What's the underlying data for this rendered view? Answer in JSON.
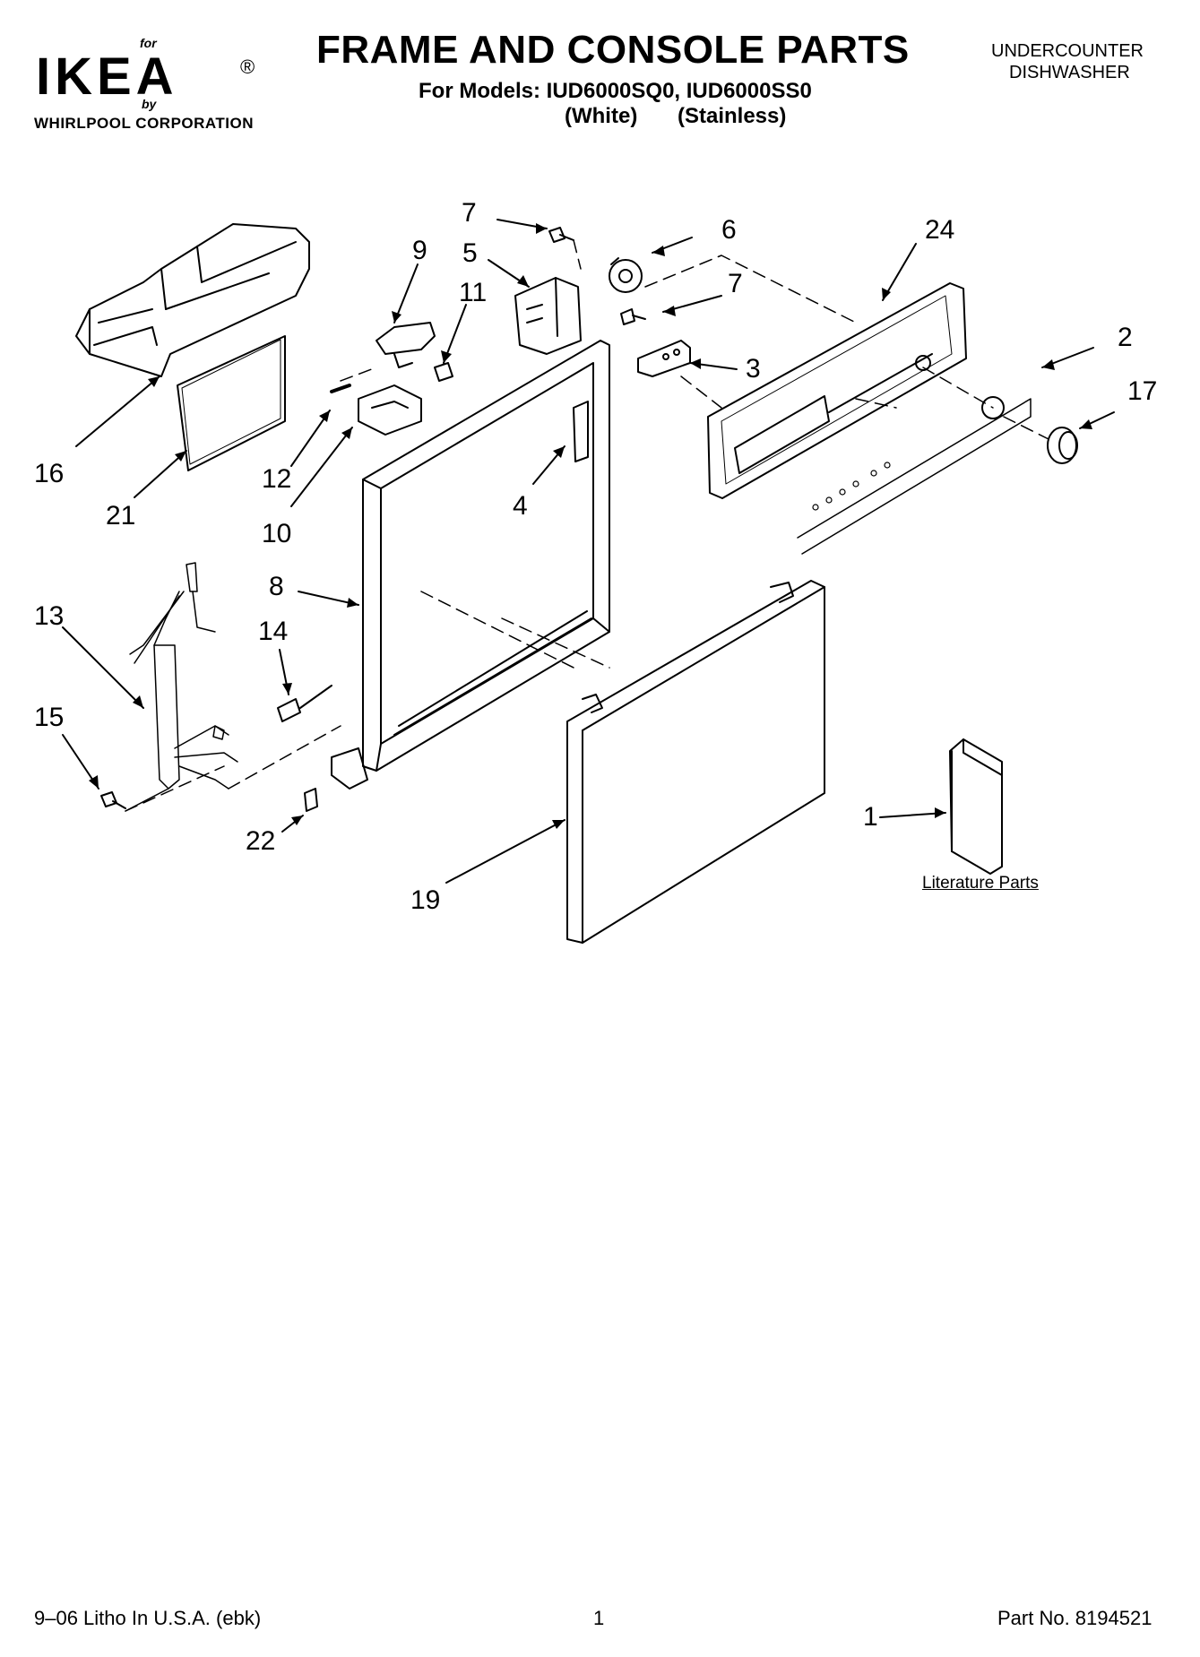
{
  "header": {
    "brand_for": "for",
    "brand_logo": "IKEA",
    "brand_reg": "®",
    "brand_by": "by",
    "corporation": "WHIRLPOOL CORPORATION",
    "title": "FRAME AND CONSOLE PARTS",
    "models_line": "For Models: IUD6000SQ0, IUD6000SS0",
    "variant_white": "(White)",
    "variant_stainless": "(Stainless)",
    "product_line1": "UNDERCOUNTER",
    "product_line2": "DISHWASHER"
  },
  "diagram": {
    "callouts": [
      "7",
      "6",
      "24",
      "9",
      "5",
      "11",
      "7",
      "2",
      "3",
      "17",
      "16",
      "21",
      "12",
      "10",
      "4",
      "8",
      "13",
      "14",
      "15",
      "22",
      "19",
      "1"
    ],
    "literature_label": "Literature Parts"
  },
  "footer": {
    "print_info": "9–06 Litho In U.S.A. (ebk)",
    "page_number": "1",
    "part_number": "Part No. 8194521"
  }
}
